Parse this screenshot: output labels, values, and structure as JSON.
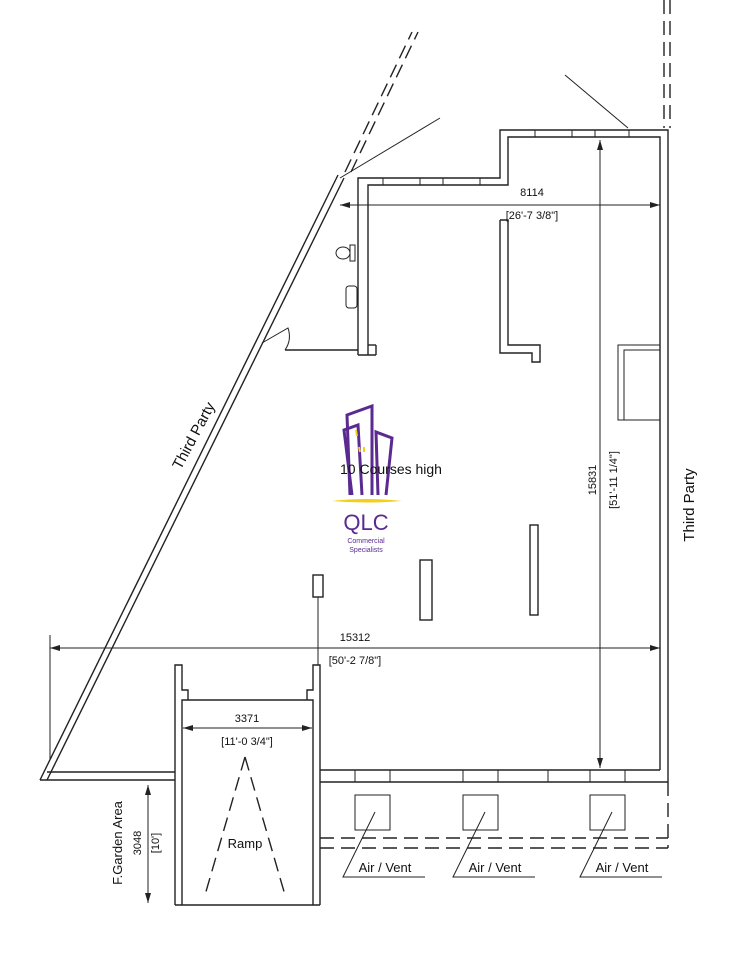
{
  "plan": {
    "labels": {
      "third_party_left": "Third Party",
      "third_party_right": "Third Party",
      "courses": "10 Courses high",
      "garden": "F.Garden Area",
      "ramp": "Ramp",
      "vent_1": "Air / Vent",
      "vent_2": "Air / Vent",
      "vent_3": "Air / Vent"
    },
    "dimensions": {
      "top_width_mm": "8114",
      "top_width_imperial": "[26'-7 3/8\"]",
      "depth_mm": "15831",
      "depth_imperial": "[51'-11 1/4\"]",
      "overall_width_mm": "15312",
      "overall_width_imperial": "[50'-2 7/8\"]",
      "ramp_width_mm": "3371",
      "ramp_width_imperial": "[11'-0 3/4\"]",
      "garden_depth_mm": "3048",
      "garden_depth_imperial": "[10']"
    },
    "logo": {
      "name": "QLC",
      "tagline_1": "Commercial",
      "tagline_2": "Specialists",
      "purple": "#5b2a91",
      "yellow": "#f3cf1a"
    }
  }
}
